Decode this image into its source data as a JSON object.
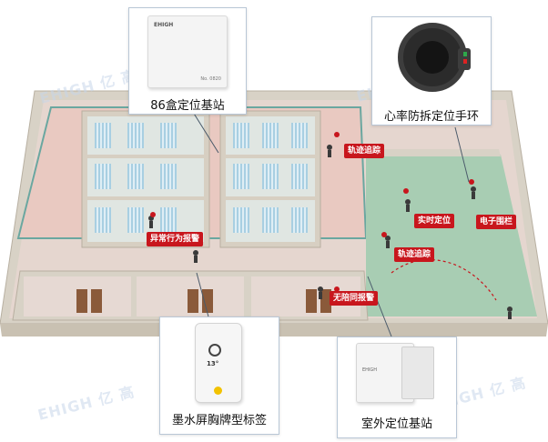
{
  "labels": {
    "station86": "86盒定位基站",
    "wristband": "心率防拆定位手环",
    "badge": "墨水屏胸牌型标签",
    "outdoorStation": "室外定位基站"
  },
  "tags": {
    "trackIndoor": "轨迹追踪",
    "abnormal": "异常行为报警",
    "realtime": "实时定位",
    "fence": "电子围栏",
    "trackOutdoor": "轨迹追踪",
    "unattended": "无陪同报警"
  },
  "device_text": {
    "station_brand": "EHIGH",
    "station_serial": "No. 0820",
    "badge_temp": "13°",
    "outdoor_brand": "EHIGH"
  },
  "watermark": "EHIGH 亿 高",
  "colors": {
    "tag_red": "#c8161d",
    "wall": "#d9d4c8",
    "floor_pink": "#e7c7c0",
    "yard_green": "#a9cdb4",
    "bed_blue": "#9ac6dc"
  }
}
